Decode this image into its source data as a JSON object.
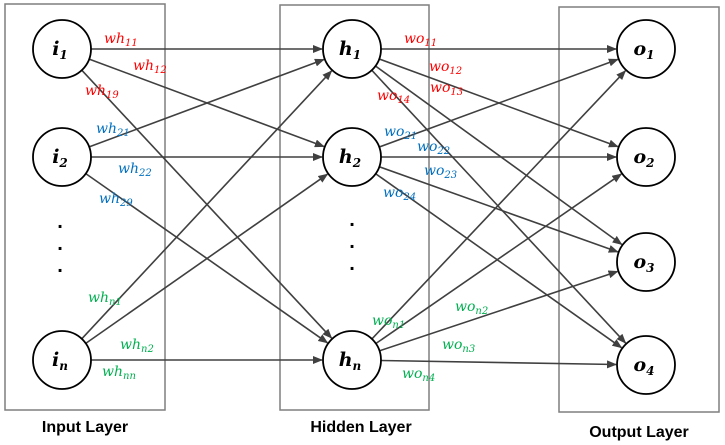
{
  "layers": {
    "input": {
      "title": "Input Layer",
      "nodes": [
        {
          "base": "i",
          "sub": "1"
        },
        {
          "base": "i",
          "sub": "2"
        },
        {
          "base": "i",
          "sub": "n"
        }
      ],
      "ellipsis": ".\n.\n."
    },
    "hidden": {
      "title": "Hidden Layer",
      "nodes": [
        {
          "base": "h",
          "sub": "1"
        },
        {
          "base": "h",
          "sub": "2"
        },
        {
          "base": "h",
          "sub": "n"
        }
      ],
      "ellipsis": ".\n.\n."
    },
    "output": {
      "title": "Output Layer",
      "nodes": [
        {
          "base": "o",
          "sub": "1"
        },
        {
          "base": "o",
          "sub": "2"
        },
        {
          "base": "o",
          "sub": "3"
        },
        {
          "base": "o",
          "sub": "4"
        }
      ]
    }
  },
  "weights": {
    "input_hidden": [
      {
        "base": "wh",
        "sub": "11",
        "color": "red"
      },
      {
        "base": "wh",
        "sub": "12",
        "color": "red"
      },
      {
        "base": "wh",
        "sub": "19",
        "color": "red"
      },
      {
        "base": "wh",
        "sub": "21",
        "color": "blue"
      },
      {
        "base": "wh",
        "sub": "22",
        "color": "blue"
      },
      {
        "base": "wh",
        "sub": "29",
        "color": "blue"
      },
      {
        "base": "wh",
        "sub": "n1",
        "color": "green"
      },
      {
        "base": "wh",
        "sub": "n2",
        "color": "green"
      },
      {
        "base": "wh",
        "sub": "nn",
        "color": "green"
      }
    ],
    "hidden_output": [
      {
        "base": "wo",
        "sub": "11",
        "color": "red"
      },
      {
        "base": "wo",
        "sub": "12",
        "color": "red"
      },
      {
        "base": "wo",
        "sub": "13",
        "color": "red"
      },
      {
        "base": "wo",
        "sub": "14",
        "color": "red"
      },
      {
        "base": "wo",
        "sub": "21",
        "color": "blue"
      },
      {
        "base": "wo",
        "sub": "22",
        "color": "blue"
      },
      {
        "base": "wo",
        "sub": "23",
        "color": "blue"
      },
      {
        "base": "wo",
        "sub": "24",
        "color": "blue"
      },
      {
        "base": "wo",
        "sub": "n1",
        "color": "green"
      },
      {
        "base": "wo",
        "sub": "n2",
        "color": "green"
      },
      {
        "base": "wo",
        "sub": "n3",
        "color": "green"
      },
      {
        "base": "wo",
        "sub": "n4",
        "color": "green"
      }
    ]
  },
  "colors": {
    "red": "#ff0000",
    "blue": "#0070c0",
    "green": "#00b050",
    "edge": "#404040",
    "box": "#7f7f7f"
  }
}
